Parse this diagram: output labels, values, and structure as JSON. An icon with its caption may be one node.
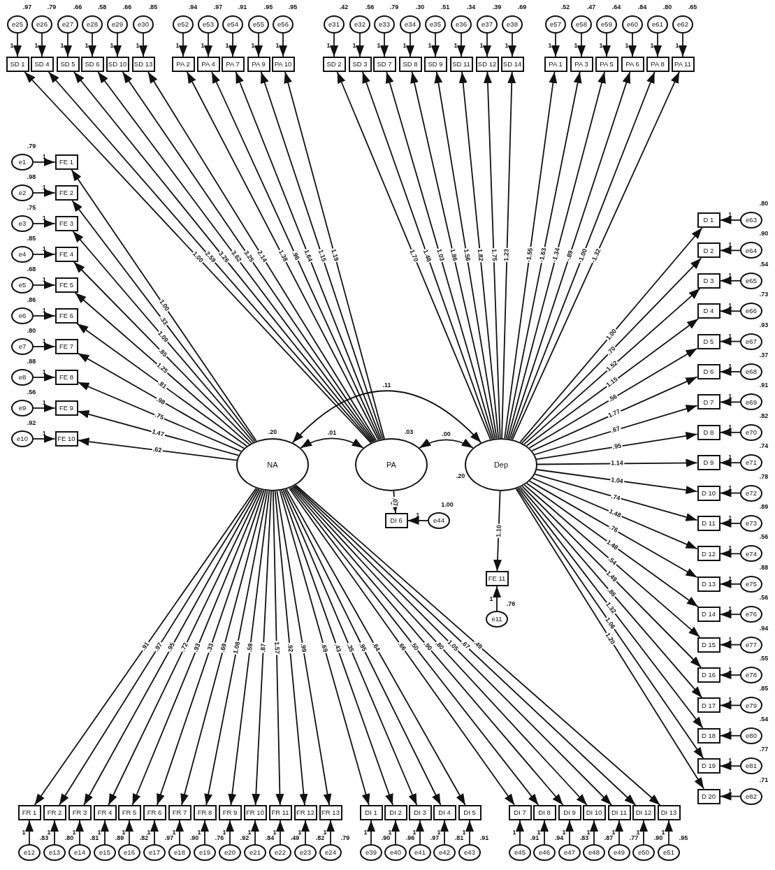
{
  "diagram": {
    "nodes": [
      {
        "text": [
          "SD 1"
        ]
      },
      {
        "text": [
          "SD 4"
        ]
      },
      {
        "text": [
          "SD 5"
        ]
      },
      {
        "text": [
          "SD 6"
        ]
      },
      {
        "text": [
          "SD 10"
        ]
      },
      {
        "text": [
          "SD 13"
        ]
      },
      {
        "text": [
          "PA 2"
        ]
      },
      {
        "text": [
          "PA 4"
        ]
      },
      {
        "text": [
          "PA 7"
        ]
      },
      {
        "text": [
          "PA 9"
        ]
      },
      {
        "text": [
          "PA 10"
        ]
      },
      {
        "text": [
          "SD 2"
        ]
      },
      {
        "text": [
          "SD 3"
        ]
      },
      {
        "text": [
          "SD 7"
        ]
      },
      {
        "text": [
          "SD 8"
        ]
      },
      {
        "text": [
          "SD 9"
        ]
      },
      {
        "text": [
          "SD 11"
        ]
      },
      {
        "text": [
          "SD 12"
        ]
      },
      {
        "text": [
          "SD 14"
        ]
      },
      {
        "text": [
          "PA 1"
        ]
      },
      {
        "text": [
          "PA 3"
        ]
      },
      {
        "text": [
          "PA 5"
        ]
      },
      {
        "text": [
          "PA 6"
        ]
      },
      {
        "text": [
          "PA 8"
        ]
      },
      {
        "text": [
          "PA 11"
        ]
      },
      {
        "text": [
          "e25"
        ],
        "beside": [
          ".97"
        ]
      },
      {
        "text": [
          "e26"
        ],
        "beside": [
          ".79"
        ]
      },
      {
        "text": [
          "e27"
        ],
        "beside": [
          ".66"
        ]
      },
      {
        "text": [
          "e28"
        ],
        "beside": [
          ".58"
        ]
      },
      {
        "text": [
          "e29"
        ],
        "beside": [
          ".66"
        ]
      },
      {
        "text": [
          "e30"
        ],
        "beside": [
          ".85"
        ]
      },
      {
        "text": [
          "e52"
        ],
        "beside": [
          ".94"
        ]
      },
      {
        "text": [
          "e53"
        ],
        "beside": [
          ".97"
        ]
      },
      {
        "text": [
          "e54"
        ],
        "beside": [
          ".91"
        ]
      },
      {
        "text": [
          "e55"
        ],
        "beside": [
          ".95"
        ]
      },
      {
        "text": [
          "e56"
        ],
        "beside": [
          ".95"
        ]
      },
      {
        "text": [
          "e31"
        ],
        "beside": [
          ".42"
        ]
      },
      {
        "text": [
          "e32"
        ],
        "beside": [
          ".56"
        ]
      },
      {
        "text": [
          "e33"
        ],
        "beside": [
          ".79"
        ]
      },
      {
        "text": [
          "e34"
        ],
        "beside": [
          ".30"
        ]
      },
      {
        "text": [
          "e35"
        ],
        "beside": [
          ".51"
        ]
      },
      {
        "text": [
          "e36"
        ],
        "beside": [
          ".34"
        ]
      },
      {
        "text": [
          "e37"
        ],
        "beside": [
          ".39"
        ]
      },
      {
        "text": [
          "e38"
        ],
        "beside": [
          ".69"
        ]
      },
      {
        "text": [
          "e57"
        ],
        "beside": [
          ".52"
        ]
      },
      {
        "text": [
          "e58"
        ],
        "beside": [
          ".47"
        ]
      },
      {
        "text": [
          "e59"
        ],
        "beside": [
          ".64"
        ]
      },
      {
        "text": [
          "e60"
        ],
        "beside": [
          ".84"
        ]
      },
      {
        "text": [
          "e61"
        ],
        "beside": [
          ".80"
        ]
      },
      {
        "text": [
          "e62"
        ],
        "beside": [
          ".65"
        ]
      },
      {
        "text": [
          "FE 1"
        ]
      },
      {
        "text": [
          "FE 2"
        ]
      },
      {
        "text": [
          "FE 3"
        ]
      },
      {
        "text": [
          "FE 4"
        ]
      },
      {
        "text": [
          "FE 5"
        ]
      },
      {
        "text": [
          "FE 6"
        ]
      },
      {
        "text": [
          "FE 7"
        ]
      },
      {
        "text": [
          "FE 8"
        ]
      },
      {
        "text": [
          "FE 9"
        ]
      },
      {
        "text": [
          "FE 10"
        ]
      },
      {
        "text": [
          "e1"
        ],
        "beside": [
          ".79"
        ]
      },
      {
        "text": [
          "e2"
        ],
        "beside": [
          ".98"
        ]
      },
      {
        "text": [
          "e3"
        ],
        "beside": [
          ".75"
        ]
      },
      {
        "text": [
          "e4"
        ],
        "beside": [
          ".85"
        ]
      },
      {
        "text": [
          "e5"
        ],
        "beside": [
          ".68"
        ]
      },
      {
        "text": [
          "e6"
        ],
        "beside": [
          ".86"
        ]
      },
      {
        "text": [
          "e7"
        ],
        "beside": [
          ".80"
        ]
      },
      {
        "text": [
          "e8"
        ],
        "beside": [
          ".88"
        ]
      },
      {
        "text": [
          "e9"
        ],
        "beside": [
          ".56"
        ]
      },
      {
        "text": [
          "e10"
        ],
        "beside": [
          ".92"
        ]
      },
      {
        "text": [
          "NA"
        ],
        "beside": [
          ".20"
        ]
      },
      {
        "text": [
          "PA"
        ],
        "beside": [
          ".03"
        ]
      },
      {
        "text": [
          "Dep"
        ],
        "beside": [
          ".20"
        ]
      },
      {
        "text": [
          "DI 6"
        ]
      },
      {
        "text": [
          "e44"
        ],
        "beside": [
          "1.00"
        ]
      },
      {
        "text": [
          "FE 11"
        ]
      },
      {
        "text": [
          "e11"
        ],
        "beside": [
          ".76"
        ]
      },
      {
        "text": [
          "D 1"
        ]
      },
      {
        "text": [
          "D 2"
        ]
      },
      {
        "text": [
          "D 3"
        ]
      },
      {
        "text": [
          "D 4"
        ]
      },
      {
        "text": [
          "D 5"
        ]
      },
      {
        "text": [
          "D 6"
        ]
      },
      {
        "text": [
          "D 7"
        ]
      },
      {
        "text": [
          "D 8"
        ]
      },
      {
        "text": [
          "D 9"
        ]
      },
      {
        "text": [
          "D 10"
        ]
      },
      {
        "text": [
          "D 11"
        ]
      },
      {
        "text": [
          "D 12"
        ]
      },
      {
        "text": [
          "D 13"
        ]
      },
      {
        "text": [
          "D 14"
        ]
      },
      {
        "text": [
          "D 15"
        ]
      },
      {
        "text": [
          "D 16"
        ]
      },
      {
        "text": [
          "D 17"
        ]
      },
      {
        "text": [
          "D 18"
        ]
      },
      {
        "text": [
          "D 19"
        ]
      },
      {
        "text": [
          "D 20"
        ]
      },
      {
        "text": [
          "e63"
        ],
        "beside": [
          ".80"
        ]
      },
      {
        "text": [
          "e64"
        ],
        "beside": [
          ".90"
        ]
      },
      {
        "text": [
          "e65"
        ],
        "beside": [
          ".54"
        ]
      },
      {
        "text": [
          "e66"
        ],
        "beside": [
          ".73"
        ]
      },
      {
        "text": [
          "e67"
        ],
        "beside": [
          ".93"
        ]
      },
      {
        "text": [
          "e68"
        ],
        "beside": [
          ".37"
        ]
      },
      {
        "text": [
          "e69"
        ],
        "beside": [
          ".91"
        ]
      },
      {
        "text": [
          "e70"
        ],
        "beside": [
          ".82"
        ]
      },
      {
        "text": [
          "e71"
        ],
        "beside": [
          ".74"
        ]
      },
      {
        "text": [
          "e72"
        ],
        "beside": [
          ".78"
        ]
      },
      {
        "text": [
          "e73"
        ],
        "beside": [
          ".89"
        ]
      },
      {
        "text": [
          "e74"
        ],
        "beside": [
          ".56"
        ]
      },
      {
        "text": [
          "e75"
        ],
        "beside": [
          ".88"
        ]
      },
      {
        "text": [
          "e76"
        ],
        "beside": [
          ".56"
        ]
      },
      {
        "text": [
          "e77"
        ],
        "beside": [
          ".94"
        ]
      },
      {
        "text": [
          "e78"
        ],
        "beside": [
          ".55"
        ]
      },
      {
        "text": [
          "e79"
        ],
        "beside": [
          ".85"
        ]
      },
      {
        "text": [
          "e80"
        ],
        "beside": [
          ".54"
        ]
      },
      {
        "text": [
          "e81"
        ],
        "beside": [
          ".77"
        ]
      },
      {
        "text": [
          "e82"
        ],
        "beside": [
          ".71"
        ]
      },
      {
        "text": [
          "FR 1"
        ]
      },
      {
        "text": [
          "FR 2"
        ]
      },
      {
        "text": [
          "FR 3"
        ]
      },
      {
        "text": [
          "FR 4"
        ]
      },
      {
        "text": [
          "FR 5"
        ]
      },
      {
        "text": [
          "FR 6"
        ]
      },
      {
        "text": [
          "FR 7"
        ]
      },
      {
        "text": [
          "FR 8"
        ]
      },
      {
        "text": [
          "FR 9"
        ]
      },
      {
        "text": [
          "FR 10"
        ]
      },
      {
        "text": [
          "FR 11"
        ]
      },
      {
        "text": [
          "FR 12"
        ]
      },
      {
        "text": [
          "FR 13"
        ]
      },
      {
        "text": [
          "DI 1"
        ]
      },
      {
        "text": [
          "DI 2"
        ]
      },
      {
        "text": [
          "DI 3"
        ]
      },
      {
        "text": [
          "DI 4"
        ]
      },
      {
        "text": [
          "DI 5"
        ]
      },
      {
        "text": [
          "DI 7"
        ]
      },
      {
        "text": [
          "DI 8"
        ]
      },
      {
        "text": [
          "DI 9"
        ]
      },
      {
        "text": [
          "DI 10"
        ]
      },
      {
        "text": [
          "DI 11"
        ]
      },
      {
        "text": [
          "DI 12"
        ]
      },
      {
        "text": [
          "DI 13"
        ]
      },
      {
        "text": [
          "e12"
        ],
        "beside": [
          ".83"
        ]
      },
      {
        "text": [
          "e13"
        ],
        "beside": [
          ".80"
        ]
      },
      {
        "text": [
          "e14"
        ],
        "beside": [
          ".81"
        ]
      },
      {
        "text": [
          "e15"
        ],
        "beside": [
          ".89"
        ]
      },
      {
        "text": [
          "e16"
        ],
        "beside": [
          ".82"
        ]
      },
      {
        "text": [
          "e17"
        ],
        "beside": [
          ".97"
        ]
      },
      {
        "text": [
          "e18"
        ],
        "beside": [
          ".90"
        ]
      },
      {
        "text": [
          "e19"
        ],
        "beside": [
          ".76"
        ]
      },
      {
        "text": [
          "e20"
        ],
        "beside": [
          ".92"
        ]
      },
      {
        "text": [
          "e21"
        ],
        "beside": [
          ".84"
        ]
      },
      {
        "text": [
          "e22"
        ],
        "beside": [
          ".49"
        ]
      },
      {
        "text": [
          "e23"
        ],
        "beside": [
          ".82"
        ]
      },
      {
        "text": [
          "e24"
        ],
        "beside": [
          ".79"
        ]
      },
      {
        "text": [
          "e39"
        ],
        "beside": [
          ".90"
        ]
      },
      {
        "text": [
          "e40"
        ],
        "beside": [
          ".96"
        ]
      },
      {
        "text": [
          "e41"
        ],
        "beside": [
          ".97"
        ]
      },
      {
        "text": [
          "e42"
        ],
        "beside": [
          ".81"
        ]
      },
      {
        "text": [
          "e43"
        ],
        "beside": [
          ".91"
        ]
      },
      {
        "text": [
          "e45"
        ],
        "beside": [
          ".91"
        ]
      },
      {
        "text": [
          "e46"
        ],
        "beside": [
          ".94"
        ]
      },
      {
        "text": [
          "e47"
        ],
        "beside": [
          ".83"
        ]
      },
      {
        "text": [
          "e48"
        ],
        "beside": [
          ".87"
        ]
      },
      {
        "text": [
          "e49"
        ],
        "beside": [
          ".77"
        ]
      },
      {
        "text": [
          "e50"
        ],
        "beside": [
          ".90"
        ]
      },
      {
        "text": [
          "e51"
        ],
        "beside": [
          ".95"
        ]
      }
    ],
    "edges": [
      {
        "from": 71,
        "to": 0,
        "arrow": "to",
        "label": "1.00"
      },
      {
        "from": 71,
        "to": 1,
        "arrow": "to",
        "label": "2.59"
      },
      {
        "from": 71,
        "to": 2,
        "arrow": "to",
        "label": "3.26"
      },
      {
        "from": 71,
        "to": 3,
        "arrow": "to",
        "label": "3.62"
      },
      {
        "from": 71,
        "to": 4,
        "arrow": "to",
        "label": "3.25"
      },
      {
        "from": 71,
        "to": 5,
        "arrow": "to",
        "label": "2.14"
      },
      {
        "from": 71,
        "to": 6,
        "arrow": "to",
        "label": "1.38"
      },
      {
        "from": 71,
        "to": 7,
        "arrow": "to",
        "label": ".96"
      },
      {
        "from": 71,
        "to": 8,
        "arrow": "to",
        "label": "1.64"
      },
      {
        "from": 71,
        "to": 9,
        "arrow": "to",
        "label": "1.15"
      },
      {
        "from": 71,
        "to": 10,
        "arrow": "to",
        "label": "1.19"
      },
      {
        "from": 72,
        "to": 11,
        "arrow": "to",
        "label": "1.70"
      },
      {
        "from": 72,
        "to": 12,
        "arrow": "to",
        "label": "1.48"
      },
      {
        "from": 72,
        "to": 13,
        "arrow": "to",
        "label": "1.03"
      },
      {
        "from": 72,
        "to": 14,
        "arrow": "to",
        "label": "1.86"
      },
      {
        "from": 72,
        "to": 15,
        "arrow": "to",
        "label": "1.56"
      },
      {
        "from": 72,
        "to": 16,
        "arrow": "to",
        "label": "1.82"
      },
      {
        "from": 72,
        "to": 17,
        "arrow": "to",
        "label": "1.75"
      },
      {
        "from": 72,
        "to": 18,
        "arrow": "to",
        "label": "1.23"
      },
      {
        "from": 72,
        "to": 19,
        "arrow": "to",
        "label": "-1.55"
      },
      {
        "from": 72,
        "to": 20,
        "arrow": "to",
        "label": "-1.63"
      },
      {
        "from": 72,
        "to": 21,
        "arrow": "to",
        "label": "-1.34"
      },
      {
        "from": 72,
        "to": 22,
        "arrow": "to",
        "label": "-.89"
      },
      {
        "from": 72,
        "to": 23,
        "arrow": "to",
        "label": "-1.00"
      },
      {
        "from": 72,
        "to": 24,
        "arrow": "to",
        "label": "-1.32"
      },
      {
        "from": 25,
        "to": 0,
        "arrow": "to",
        "label": "1"
      },
      {
        "from": 26,
        "to": 1,
        "arrow": "to",
        "label": "1"
      },
      {
        "from": 27,
        "to": 2,
        "arrow": "to",
        "label": "1"
      },
      {
        "from": 28,
        "to": 3,
        "arrow": "to",
        "label": "1"
      },
      {
        "from": 29,
        "to": 4,
        "arrow": "to",
        "label": "1"
      },
      {
        "from": 30,
        "to": 5,
        "arrow": "to",
        "label": "1"
      },
      {
        "from": 31,
        "to": 6,
        "arrow": "to",
        "label": "1"
      },
      {
        "from": 32,
        "to": 7,
        "arrow": "to",
        "label": "1"
      },
      {
        "from": 33,
        "to": 8,
        "arrow": "to",
        "label": "1"
      },
      {
        "from": 34,
        "to": 9,
        "arrow": "to",
        "label": "1"
      },
      {
        "from": 35,
        "to": 10,
        "arrow": "to",
        "label": "1"
      },
      {
        "from": 36,
        "to": 11,
        "arrow": "to",
        "label": "1"
      },
      {
        "from": 37,
        "to": 12,
        "arrow": "to",
        "label": "1"
      },
      {
        "from": 38,
        "to": 13,
        "arrow": "to",
        "label": "1"
      },
      {
        "from": 39,
        "to": 14,
        "arrow": "to",
        "label": "1"
      },
      {
        "from": 40,
        "to": 15,
        "arrow": "to",
        "label": "1"
      },
      {
        "from": 41,
        "to": 16,
        "arrow": "to",
        "label": "1"
      },
      {
        "from": 42,
        "to": 17,
        "arrow": "to",
        "label": "1"
      },
      {
        "from": 43,
        "to": 18,
        "arrow": "to",
        "label": "1"
      },
      {
        "from": 44,
        "to": 19,
        "arrow": "to",
        "label": "1"
      },
      {
        "from": 45,
        "to": 20,
        "arrow": "to",
        "label": "1"
      },
      {
        "from": 46,
        "to": 21,
        "arrow": "to",
        "label": "1"
      },
      {
        "from": 47,
        "to": 22,
        "arrow": "to",
        "label": "1"
      },
      {
        "from": 48,
        "to": 23,
        "arrow": "to",
        "label": "1"
      },
      {
        "from": 49,
        "to": 24,
        "arrow": "to",
        "label": "1"
      },
      {
        "from": 70,
        "to": 50,
        "arrow": "to",
        "label": "1.00"
      },
      {
        "from": 70,
        "to": 51,
        "arrow": "to",
        "label": ".33"
      },
      {
        "from": 70,
        "to": 52,
        "arrow": "to",
        "label": "1.09"
      },
      {
        "from": 70,
        "to": 53,
        "arrow": "to",
        "label": ".85"
      },
      {
        "from": 70,
        "to": 54,
        "arrow": "to",
        "label": "1.25"
      },
      {
        "from": 70,
        "to": 55,
        "arrow": "to",
        "label": ".81"
      },
      {
        "from": 70,
        "to": 56,
        "arrow": "to",
        "label": ".98"
      },
      {
        "from": 70,
        "to": 57,
        "arrow": "to",
        "label": ".75"
      },
      {
        "from": 70,
        "to": 58,
        "arrow": "to",
        "label": "1.47"
      },
      {
        "from": 70,
        "to": 59,
        "arrow": "to",
        "label": ".62"
      },
      {
        "from": 60,
        "to": 50,
        "arrow": "to",
        "label": "1"
      },
      {
        "from": 61,
        "to": 51,
        "arrow": "to",
        "label": "1"
      },
      {
        "from": 62,
        "to": 52,
        "arrow": "to",
        "label": "1"
      },
      {
        "from": 63,
        "to": 53,
        "arrow": "to",
        "label": "1"
      },
      {
        "from": 64,
        "to": 54,
        "arrow": "to",
        "label": "1"
      },
      {
        "from": 65,
        "to": 55,
        "arrow": "to",
        "label": "1"
      },
      {
        "from": 66,
        "to": 56,
        "arrow": "to",
        "label": "1"
      },
      {
        "from": 67,
        "to": 57,
        "arrow": "to",
        "label": "1"
      },
      {
        "from": 68,
        "to": 58,
        "arrow": "to",
        "label": "1"
      },
      {
        "from": 69,
        "to": 59,
        "arrow": "to",
        "label": "1"
      },
      {
        "from": 71,
        "to": 73,
        "arrow": "to",
        "label": ".07"
      },
      {
        "from": 74,
        "to": 73,
        "arrow": "to",
        "label": "1"
      },
      {
        "from": 72,
        "to": 75,
        "arrow": "to",
        "label": "1.10"
      },
      {
        "from": 76,
        "to": 75,
        "arrow": "to",
        "label": "1"
      },
      {
        "from": 72,
        "to": 77,
        "arrow": "to",
        "label": "1.00"
      },
      {
        "from": 72,
        "to": 78,
        "arrow": "to",
        "label": ".70"
      },
      {
        "from": 72,
        "to": 79,
        "arrow": "to",
        "label": "1.52"
      },
      {
        "from": 72,
        "to": 80,
        "arrow": "to",
        "label": "1.15"
      },
      {
        "from": 72,
        "to": 81,
        "arrow": "to",
        "label": ".56"
      },
      {
        "from": 72,
        "to": 82,
        "arrow": "to",
        "label": "1.77"
      },
      {
        "from": 72,
        "to": 83,
        "arrow": "to",
        "label": ".67"
      },
      {
        "from": 72,
        "to": 84,
        "arrow": "to",
        "label": ".95"
      },
      {
        "from": 72,
        "to": 85,
        "arrow": "to",
        "label": "1.14"
      },
      {
        "from": 72,
        "to": 86,
        "arrow": "to",
        "label": "1.04"
      },
      {
        "from": 72,
        "to": 87,
        "arrow": "to",
        "label": ".74"
      },
      {
        "from": 72,
        "to": 88,
        "arrow": "to",
        "label": "1.48"
      },
      {
        "from": 72,
        "to": 89,
        "arrow": "to",
        "label": ".76"
      },
      {
        "from": 72,
        "to": 90,
        "arrow": "to",
        "label": "1.48"
      },
      {
        "from": 72,
        "to": 91,
        "arrow": "to",
        "label": ".54"
      },
      {
        "from": 72,
        "to": 92,
        "arrow": "to",
        "label": "1.49"
      },
      {
        "from": 72,
        "to": 93,
        "arrow": "to",
        "label": ".86"
      },
      {
        "from": 72,
        "to": 94,
        "arrow": "to",
        "label": "1.32"
      },
      {
        "from": 72,
        "to": 95,
        "arrow": "to",
        "label": "1.06"
      },
      {
        "from": 72,
        "to": 96,
        "arrow": "to",
        "label": "1.20"
      },
      {
        "from": 97,
        "to": 77,
        "arrow": "to",
        "label": "1"
      },
      {
        "from": 98,
        "to": 78,
        "arrow": "to",
        "label": "1"
      },
      {
        "from": 99,
        "to": 79,
        "arrow": "to",
        "label": "1"
      },
      {
        "from": 100,
        "to": 80,
        "arrow": "to",
        "label": "1"
      },
      {
        "from": 101,
        "to": 81,
        "arrow": "to",
        "label": "1"
      },
      {
        "from": 102,
        "to": 82,
        "arrow": "to",
        "label": "1"
      },
      {
        "from": 103,
        "to": 83,
        "arrow": "to",
        "label": "1"
      },
      {
        "from": 104,
        "to": 84,
        "arrow": "to",
        "label": "1"
      },
      {
        "from": 105,
        "to": 85,
        "arrow": "to",
        "label": "1"
      },
      {
        "from": 106,
        "to": 86,
        "arrow": "to",
        "label": "1"
      },
      {
        "from": 107,
        "to": 87,
        "arrow": "to",
        "label": "1"
      },
      {
        "from": 108,
        "to": 88,
        "arrow": "to",
        "label": "1"
      },
      {
        "from": 109,
        "to": 89,
        "arrow": "to",
        "label": "1"
      },
      {
        "from": 110,
        "to": 90,
        "arrow": "to",
        "label": "1"
      },
      {
        "from": 111,
        "to": 91,
        "arrow": "to",
        "label": "1"
      },
      {
        "from": 112,
        "to": 92,
        "arrow": "to",
        "label": "1"
      },
      {
        "from": 113,
        "to": 93,
        "arrow": "to",
        "label": "1"
      },
      {
        "from": 114,
        "to": 94,
        "arrow": "to",
        "label": "1"
      },
      {
        "from": 115,
        "to": 95,
        "arrow": "to",
        "label": "1"
      },
      {
        "from": 116,
        "to": 96,
        "arrow": "to",
        "label": "1"
      },
      {
        "from": 70,
        "to": 117,
        "arrow": "to",
        "label": ".91"
      },
      {
        "from": 70,
        "to": 118,
        "arrow": "to",
        "label": ".97"
      },
      {
        "from": 70,
        "to": 119,
        "arrow": "to",
        "label": ".95"
      },
      {
        "from": 70,
        "to": 120,
        "arrow": "to",
        "label": ".72"
      },
      {
        "from": 70,
        "to": 121,
        "arrow": "to",
        "label": ".93"
      },
      {
        "from": 70,
        "to": 122,
        "arrow": "to",
        "label": ".33"
      },
      {
        "from": 70,
        "to": 123,
        "arrow": "to",
        "label": ".69"
      },
      {
        "from": 70,
        "to": 124,
        "arrow": "to",
        "label": "1.08"
      },
      {
        "from": 70,
        "to": 125,
        "arrow": "to",
        "label": ".59"
      },
      {
        "from": 70,
        "to": 126,
        "arrow": "to",
        "label": ".87"
      },
      {
        "from": 70,
        "to": 127,
        "arrow": "to",
        "label": "1.57"
      },
      {
        "from": 70,
        "to": 128,
        "arrow": "to",
        "label": ".92"
      },
      {
        "from": 70,
        "to": 129,
        "arrow": "to",
        "label": ".99"
      },
      {
        "from": 70,
        "to": 130,
        "arrow": "to",
        "label": ".69"
      },
      {
        "from": 70,
        "to": 131,
        "arrow": "to",
        "label": ".43"
      },
      {
        "from": 70,
        "to": 132,
        "arrow": "to",
        "label": ".35"
      },
      {
        "from": 70,
        "to": 133,
        "arrow": "to",
        "label": ".95"
      },
      {
        "from": 70,
        "to": 134,
        "arrow": "to",
        "label": ".64"
      },
      {
        "from": 70,
        "to": 135,
        "arrow": "to",
        "label": ".66"
      },
      {
        "from": 70,
        "to": 136,
        "arrow": "to",
        "label": ".50"
      },
      {
        "from": 70,
        "to": 137,
        "arrow": "to",
        "label": ".90"
      },
      {
        "from": 70,
        "to": 138,
        "arrow": "to",
        "label": ".80"
      },
      {
        "from": 70,
        "to": 139,
        "arrow": "to",
        "label": "1.05"
      },
      {
        "from": 70,
        "to": 140,
        "arrow": "to",
        "label": ".67"
      },
      {
        "from": 70,
        "to": 141,
        "arrow": "to",
        "label": ".49"
      },
      {
        "from": 142,
        "to": 117,
        "arrow": "to",
        "label": "1"
      },
      {
        "from": 143,
        "to": 118,
        "arrow": "to",
        "label": "1"
      },
      {
        "from": 144,
        "to": 119,
        "arrow": "to",
        "label": "1"
      },
      {
        "from": 145,
        "to": 120,
        "arrow": "to",
        "label": "1"
      },
      {
        "from": 146,
        "to": 121,
        "arrow": "to",
        "label": "1"
      },
      {
        "from": 147,
        "to": 122,
        "arrow": "to",
        "label": "1"
      },
      {
        "from": 148,
        "to": 123,
        "arrow": "to",
        "label": "1"
      },
      {
        "from": 149,
        "to": 124,
        "arrow": "to",
        "label": "1"
      },
      {
        "from": 150,
        "to": 125,
        "arrow": "to",
        "label": "1"
      },
      {
        "from": 151,
        "to": 126,
        "arrow": "to",
        "label": "1"
      },
      {
        "from": 152,
        "to": 127,
        "arrow": "to",
        "label": "1"
      },
      {
        "from": 153,
        "to": 128,
        "arrow": "to",
        "label": "1"
      },
      {
        "from": 154,
        "to": 129,
        "arrow": "to",
        "label": "1"
      },
      {
        "from": 155,
        "to": 130,
        "arrow": "to",
        "label": "1"
      },
      {
        "from": 156,
        "to": 131,
        "arrow": "to",
        "label": "1"
      },
      {
        "from": 157,
        "to": 132,
        "arrow": "to",
        "label": "1"
      },
      {
        "from": 158,
        "to": 133,
        "arrow": "to",
        "label": "1"
      },
      {
        "from": 159,
        "to": 134,
        "arrow": "to",
        "label": "1"
      },
      {
        "from": 160,
        "to": 135,
        "arrow": "to",
        "label": "1"
      },
      {
        "from": 161,
        "to": 136,
        "arrow": "to",
        "label": "1"
      },
      {
        "from": 162,
        "to": 137,
        "arrow": "to",
        "label": "1"
      },
      {
        "from": 163,
        "to": 138,
        "arrow": "to",
        "label": "1"
      },
      {
        "from": 164,
        "to": 139,
        "arrow": "to",
        "label": "1"
      },
      {
        "from": 165,
        "to": 140,
        "arrow": "to",
        "label": "1"
      },
      {
        "from": 166,
        "to": 141,
        "arrow": "to",
        "label": "1"
      },
      {
        "from": 70,
        "to": 71,
        "arrow": "both",
        "label": ".01"
      },
      {
        "from": 71,
        "to": 72,
        "arrow": "both",
        "label": ".00"
      },
      {
        "from": 70,
        "to": 72,
        "arrow": "both",
        "label": ".11"
      }
    ]
  }
}
